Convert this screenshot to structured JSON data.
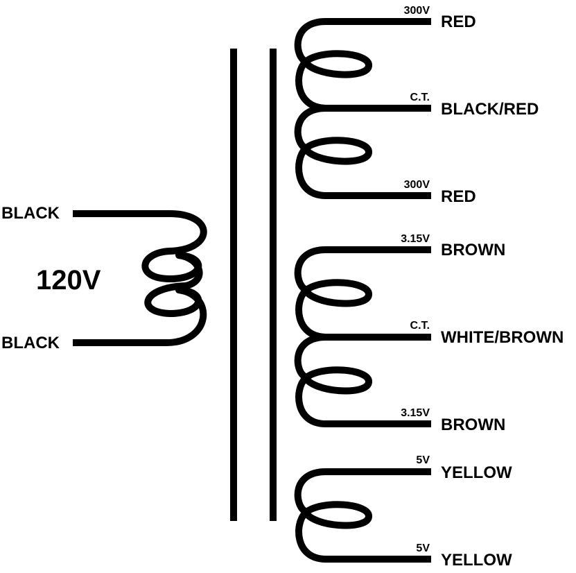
{
  "primary": {
    "voltage": "120V",
    "lead_top": "BLACK",
    "lead_bottom": "BLACK"
  },
  "secondaries": [
    {
      "id": "high-voltage",
      "leads": [
        {
          "color": "RED",
          "tag": "300V"
        },
        {
          "color": "BLACK/RED",
          "tag": "C.T."
        },
        {
          "color": "RED",
          "tag": "300V"
        }
      ]
    },
    {
      "id": "heater",
      "leads": [
        {
          "color": "BROWN",
          "tag": "3.15V"
        },
        {
          "color": "WHITE/BROWN",
          "tag": "C.T."
        },
        {
          "color": "BROWN",
          "tag": "3.15V"
        }
      ]
    },
    {
      "id": "rectifier",
      "leads": [
        {
          "color": "YELLOW",
          "tag": "5V"
        },
        {
          "color": "YELLOW",
          "tag": "5V"
        }
      ]
    }
  ],
  "colors": {
    "ink": "#000000",
    "background": "#ffffff"
  }
}
